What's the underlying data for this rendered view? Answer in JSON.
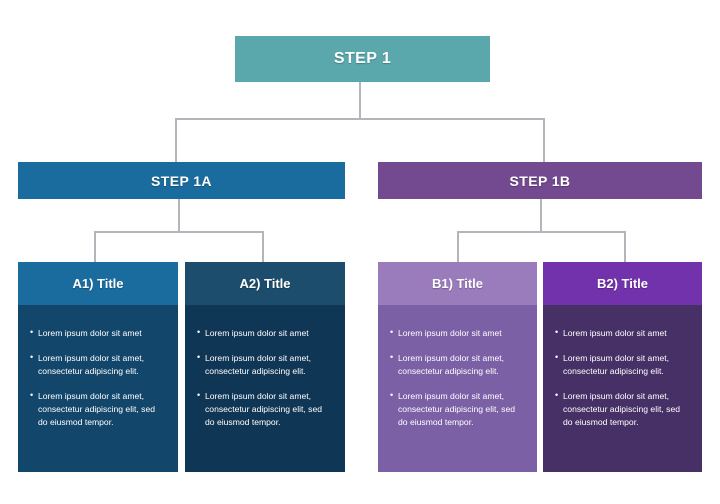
{
  "diagram": {
    "type": "organizational-tree",
    "title": "",
    "colors": {
      "root": "#5aa8ab",
      "branch_a": "#1b6c9e",
      "branch_b": "#734a90",
      "card_a1_header": "#1b6c9e",
      "card_a1_body": "#13466b",
      "card_a2_header": "#1c4d6c",
      "card_a2_body": "#103655",
      "card_b1_header": "#9a7bbb",
      "card_b1_body": "#7c60a6",
      "card_b2_header": "#7232ab",
      "card_b2_body": "#473066",
      "connector": "#b2b5b9",
      "text": "#ffffff",
      "background": "#ffffff"
    },
    "root": {
      "label": "STEP 1"
    },
    "branches": [
      {
        "label": "STEP 1A"
      },
      {
        "label": "STEP 1B"
      }
    ],
    "cards": [
      {
        "title": "A1) Title",
        "bullets": [
          "Lorem ipsum dolor sit amet",
          "Lorem ipsum dolor sit amet, consectetur adipiscing elit.",
          "Lorem ipsum dolor sit amet, consectetur adipiscing elit, sed do eiusmod tempor."
        ]
      },
      {
        "title": "A2) Title",
        "bullets": [
          "Lorem ipsum dolor sit amet",
          "Lorem ipsum dolor sit amet, consectetur adipiscing elit.",
          "Lorem ipsum dolor sit amet, consectetur adipiscing elit, sed do eiusmod tempor."
        ]
      },
      {
        "title": "B1) Title",
        "bullets": [
          "Lorem ipsum dolor sit amet",
          "Lorem ipsum dolor sit amet, consectetur adipiscing elit.",
          "Lorem ipsum dolor sit amet, consectetur adipiscing elit, sed do eiusmod tempor."
        ]
      },
      {
        "title": "B2) Title",
        "bullets": [
          "Lorem ipsum dolor sit amet",
          "Lorem ipsum dolor sit amet, consectetur adipiscing elit.",
          "Lorem ipsum dolor sit amet, consectetur adipiscing elit, sed do eiusmod tempor."
        ]
      }
    ]
  }
}
